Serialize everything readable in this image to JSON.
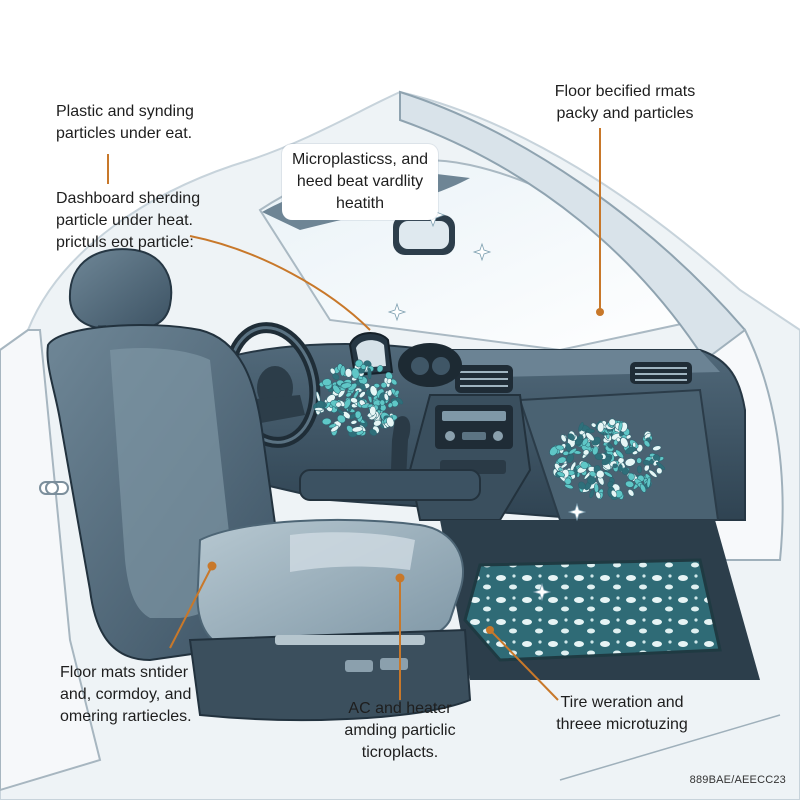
{
  "labels": {
    "top_left": {
      "lines": [
        "Plastic and synding",
        "particles under eat."
      ]
    },
    "dashboard": {
      "lines": [
        "Dashboard sherding",
        "particle under heat.",
        "prictuls eot particle:"
      ]
    },
    "microplastics": {
      "lines": [
        "Microplasticss, and",
        "heed beat vardlity",
        "heatith"
      ]
    },
    "floor_top": {
      "lines": [
        "Floor becified rmats",
        "packy and particles"
      ]
    },
    "floor_mats": {
      "lines": [
        "Floor mats sntider",
        "and, cormdoy, and",
        "omering rartiecles."
      ]
    },
    "ac_heater": {
      "lines": [
        "AC and heater",
        "amding particlic",
        "ticroplacts."
      ]
    },
    "tire": {
      "lines": [
        "Tire weration and",
        "threee microtuzing"
      ]
    }
  },
  "watermark": "889BAE/AEECC23",
  "colors": {
    "leader": "#c8782a",
    "dark_interior": "#3f5566",
    "mid_interior": "#5f7889",
    "light_panel": "#9fb4c0",
    "particle": "#5fc7c7",
    "car_body": "#f3f6f8"
  }
}
